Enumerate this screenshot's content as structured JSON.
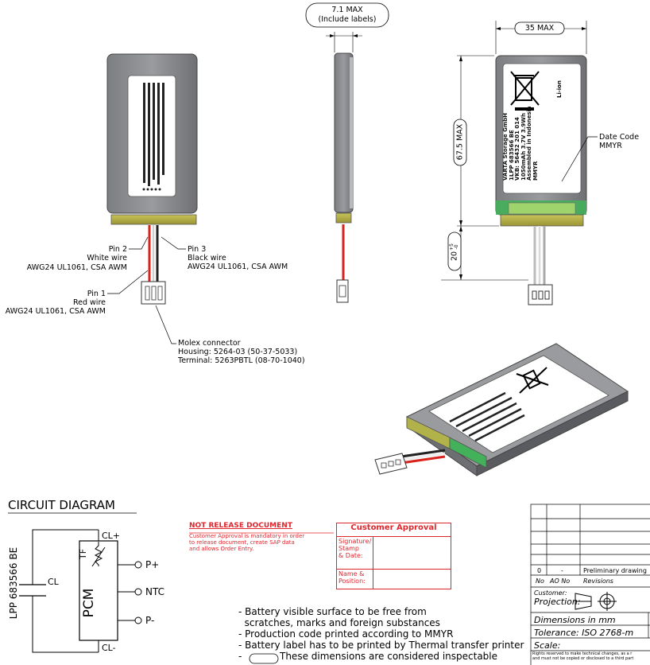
{
  "dimensions": {
    "thickness": "7.1 MAX",
    "thickness_note": "(Include labels)",
    "width": "35 MAX",
    "length": "67.5 MAX",
    "lead": "20",
    "lead_tol_plus": "+5",
    "lead_tol_minus": "-0"
  },
  "callouts": {
    "pin2_title": "Pin 2",
    "pin2_color": "White wire",
    "pin2_spec": "AWG24 UL1061, CSA AWM",
    "pin3_title": "Pin 3",
    "pin3_color": "Black wire",
    "pin3_spec": "AWG24 UL1061, CSA AWM",
    "pin1_title": "Pin 1",
    "pin1_color": "Red wire",
    "pin1_spec": "AWG24 UL1061, CSA AWM",
    "connector_title": "Molex connector",
    "connector_housing": "Housing: 5264-03 (50-37-5033)",
    "connector_terminal": "Terminal: 5263PBTL (08-70-1040)",
    "date_code_title": "Date Code",
    "date_code_format": "MMYR"
  },
  "label_lines": [
    "VARTA Storage GmbH",
    "1LPP 683566 BE",
    "VKB: 56432 201 014",
    "1050mAh 3.7V 3.9Wh",
    "Assembled in Indonesia",
    "MMYR"
  ],
  "label_liion": "Li-ion",
  "circuit": {
    "heading": "CIRCUIT DIAGRAM",
    "side_label": "LPP 683566 BE",
    "cl": "CL",
    "cl_plus": "CL+",
    "cl_minus": "CL-",
    "tf": "TF",
    "pcm": "PCM",
    "p_plus": "P+",
    "ntc": "NTC",
    "p_minus": "P-"
  },
  "release": {
    "title": "NOT RELEASE DOCUMENT",
    "line1": "Customer Approval is mandatory in order",
    "line2": "to release document, create SAP data",
    "line3": "and allows Order Entry."
  },
  "approval": {
    "header": "Customer Approval",
    "row1_label_a": "Signature/",
    "row1_label_b": "Stamp",
    "row1_label_c": "& Date:",
    "row2_label_a": "Name &",
    "row2_label_b": "Position:"
  },
  "notes": [
    "- Battery visible surface to be free from",
    "  scratches, marks and foreign substances",
    "- Production code printed according to MMYR",
    "- Battery label has to be printed by Thermal transfer printer",
    "These dimensions are considered inspectable"
  ],
  "title_block": {
    "rev_no": "0",
    "rev_ao": "-",
    "rev_desc": "Preliminary drawing",
    "col_no": "No",
    "col_ao": "AO No",
    "col_rev": "Revisions",
    "customer": "Customer:",
    "projection": "Projection:",
    "dimensions": "Dimensions in mm",
    "tolerance": "Tolerance:   ISO 2768-m",
    "scale": "Scale:",
    "rights1": "Rights reserved to make technical changes, as a r",
    "rights2": "and must not be copied or disclosed to a third part"
  },
  "colors": {
    "red_text": "#e0262d",
    "cell_gray": "#8a8b8e",
    "terminal_strip": "#b2b24a",
    "pcb_green": "#43b05a",
    "wire_red": "#d8231c",
    "wire_black": "#222222"
  }
}
